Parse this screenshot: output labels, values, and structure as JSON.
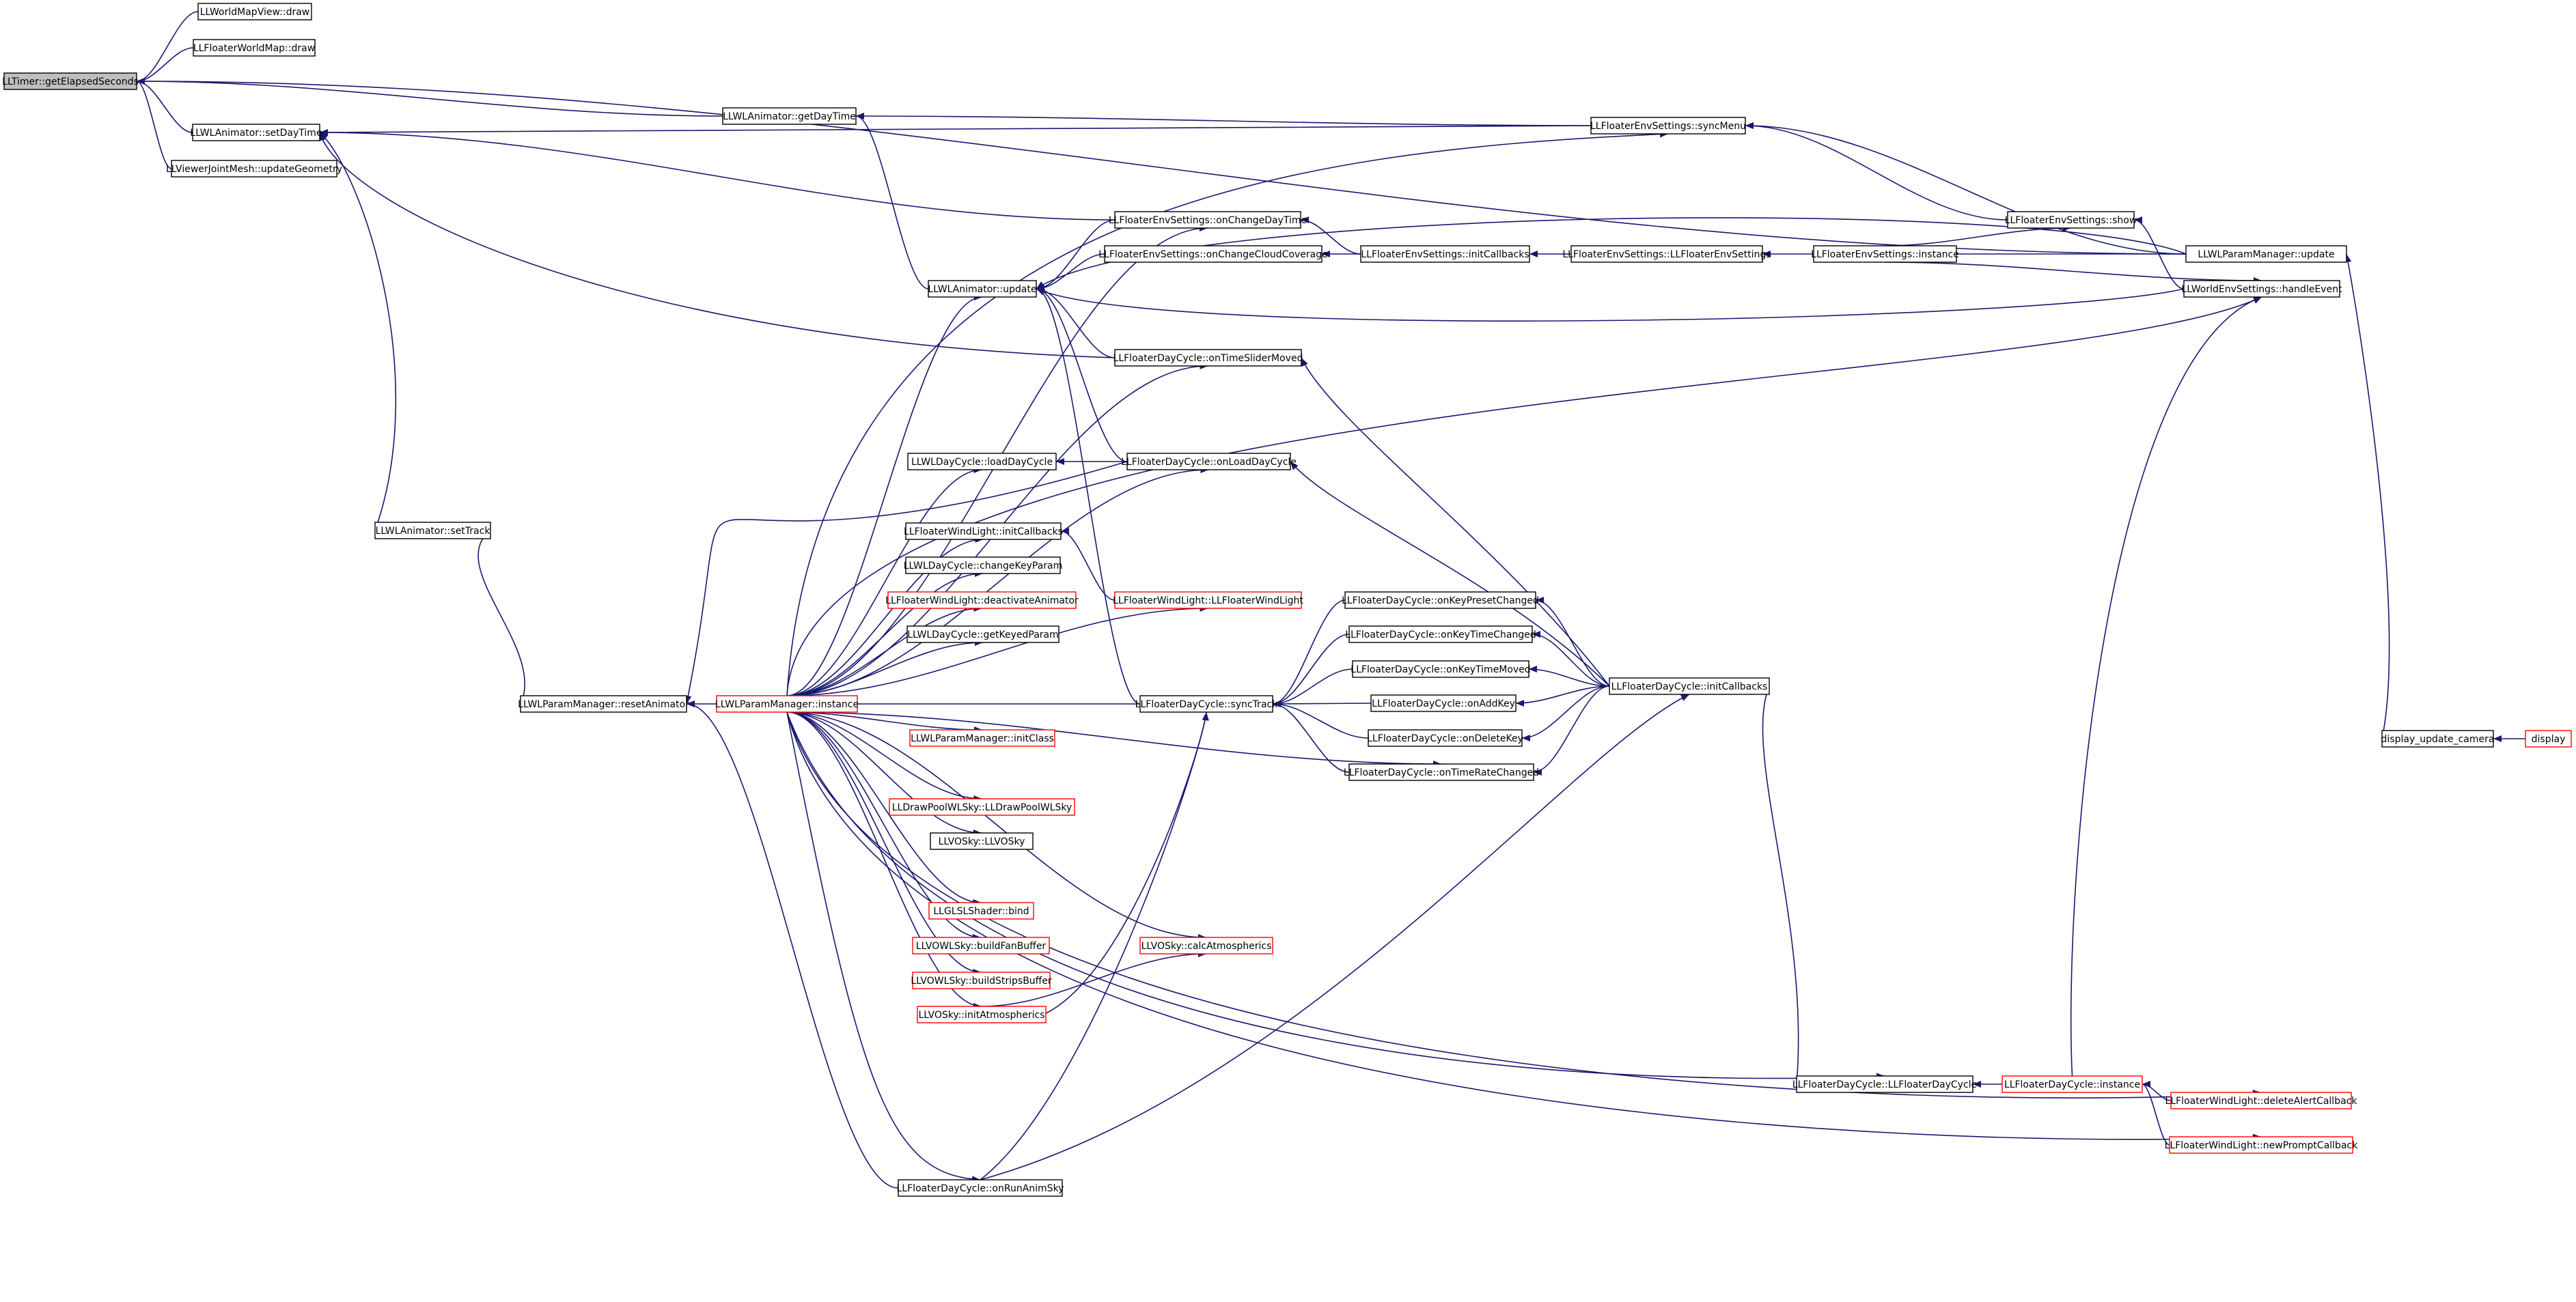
{
  "graph": {
    "type": "caller-graph",
    "colors": {
      "edge": "#191970",
      "box_border": "#000000",
      "truncated_border": "#ff0000",
      "root_fill": "#bfbfbf",
      "background": "#ffffff"
    },
    "nodes": [
      {
        "id": "n0",
        "label": "LLTimer::getElapsedSeconds",
        "root": true
      },
      {
        "id": "n1",
        "label": "LLWorldMapView::draw"
      },
      {
        "id": "n2",
        "label": "LLFloaterWorldMap::draw"
      },
      {
        "id": "n3",
        "label": "LLWLAnimator::setDayTime"
      },
      {
        "id": "n4",
        "label": "LLViewerJointMesh::updateGeometry"
      },
      {
        "id": "n5",
        "label": "LLWLAnimator::getDayTime"
      },
      {
        "id": "n6",
        "label": "LLFloaterEnvSettings::syncMenu"
      },
      {
        "id": "n7",
        "label": "LLFloaterEnvSettings::show"
      },
      {
        "id": "n8",
        "label": "LLWLParamManager::update"
      },
      {
        "id": "n9",
        "label": "LLWorldEnvSettings::handleEvent"
      },
      {
        "id": "n10",
        "label": "LLFloaterEnvSettings::onChangeDayTime"
      },
      {
        "id": "n11",
        "label": "LLFloaterEnvSettings::onChangeCloudCoverage"
      },
      {
        "id": "n12",
        "label": "LLFloaterEnvSettings::initCallbacks"
      },
      {
        "id": "n13",
        "label": "LLFloaterEnvSettings::LLFloaterEnvSettings"
      },
      {
        "id": "n14",
        "label": "LLFloaterEnvSettings::instance"
      },
      {
        "id": "n15",
        "label": "LLWLAnimator::update"
      },
      {
        "id": "n16",
        "label": "LLFloaterDayCycle::onTimeSliderMoved"
      },
      {
        "id": "n17",
        "label": "LLWLDayCycle::loadDayCycle"
      },
      {
        "id": "n18",
        "label": "LLFloaterDayCycle::onLoadDayCycle"
      },
      {
        "id": "n19",
        "label": "LLWLAnimator::setTrack"
      },
      {
        "id": "n20",
        "label": "LLFloaterWindLight::initCallbacks"
      },
      {
        "id": "n21",
        "label": "LLWLDayCycle::changeKeyParam"
      },
      {
        "id": "n22",
        "label": "LLFloaterWindLight::deactivateAnimator",
        "truncated": true
      },
      {
        "id": "n23",
        "label": "LLFloaterWindLight::LLFloaterWindLight",
        "truncated": true
      },
      {
        "id": "n24",
        "label": "LLWLDayCycle::getKeyedParam"
      },
      {
        "id": "n25",
        "label": "LLFloaterDayCycle::onKeyPresetChanged"
      },
      {
        "id": "n26",
        "label": "LLFloaterDayCycle::onKeyTimeChanged"
      },
      {
        "id": "n27",
        "label": "LLFloaterDayCycle::onKeyTimeMoved"
      },
      {
        "id": "n28",
        "label": "LLFloaterDayCycle::initCallbacks"
      },
      {
        "id": "n29",
        "label": "LLWLParamManager::resetAnimator"
      },
      {
        "id": "n30",
        "label": "LLWLParamManager::instance",
        "truncated": true
      },
      {
        "id": "n31",
        "label": "LLFloaterDayCycle::syncTrack"
      },
      {
        "id": "n32",
        "label": "LLFloaterDayCycle::onAddKey"
      },
      {
        "id": "n33",
        "label": "LLFloaterDayCycle::onDeleteKey"
      },
      {
        "id": "n34",
        "label": "LLWLParamManager::initClass",
        "truncated": true
      },
      {
        "id": "n35",
        "label": "LLFloaterDayCycle::onTimeRateChanged"
      },
      {
        "id": "n36",
        "label": "display_update_camera"
      },
      {
        "id": "n37",
        "label": "display",
        "truncated": true
      },
      {
        "id": "n38",
        "label": "LLDrawPoolWLSky::LLDrawPoolWLSky",
        "truncated": true
      },
      {
        "id": "n39",
        "label": "LLVOSky::LLVOSky"
      },
      {
        "id": "n40",
        "label": "LLGLSLShader::bind",
        "truncated": true
      },
      {
        "id": "n41",
        "label": "LLVOWLSky::buildFanBuffer",
        "truncated": true
      },
      {
        "id": "n42",
        "label": "LLVOSky::calcAtmospherics",
        "truncated": true
      },
      {
        "id": "n43",
        "label": "LLVOWLSky::buildStripsBuffer",
        "truncated": true
      },
      {
        "id": "n44",
        "label": "LLVOSky::initAtmospherics",
        "truncated": true
      },
      {
        "id": "n45",
        "label": "LLFloaterDayCycle::LLFloaterDayCycle"
      },
      {
        "id": "n46",
        "label": "LLFloaterDayCycle::instance",
        "truncated": true
      },
      {
        "id": "n47",
        "label": "LLFloaterWindLight::deleteAlertCallback",
        "truncated": true
      },
      {
        "id": "n48",
        "label": "LLFloaterWindLight::newPromptCallback",
        "truncated": true
      },
      {
        "id": "n49",
        "label": "LLFloaterDayCycle::onRunAnimSky"
      }
    ],
    "edges": [
      [
        "n1",
        "n0"
      ],
      [
        "n2",
        "n0"
      ],
      [
        "n3",
        "n0"
      ],
      [
        "n4",
        "n0"
      ],
      [
        "n5",
        "n0"
      ],
      [
        "n8",
        "n0"
      ],
      [
        "n6",
        "n5"
      ],
      [
        "n15",
        "n5"
      ],
      [
        "n10",
        "n3"
      ],
      [
        "n16",
        "n3"
      ],
      [
        "n19",
        "n3"
      ],
      [
        "n6",
        "n3"
      ],
      [
        "n8",
        "n6"
      ],
      [
        "n7",
        "n6"
      ],
      [
        "n30",
        "n6"
      ],
      [
        "n14",
        "n7"
      ],
      [
        "n9",
        "n7"
      ],
      [
        "n14",
        "n8"
      ],
      [
        "n36",
        "n8"
      ],
      [
        "n14",
        "n9"
      ],
      [
        "n46",
        "n9"
      ],
      [
        "n12",
        "n10"
      ],
      [
        "n12",
        "n11"
      ],
      [
        "n13",
        "n12"
      ],
      [
        "n14",
        "n13"
      ],
      [
        "n30",
        "n15"
      ],
      [
        "n16",
        "n15"
      ],
      [
        "n18",
        "n15"
      ],
      [
        "n8",
        "n15"
      ],
      [
        "n9",
        "n15"
      ],
      [
        "n10",
        "n15"
      ],
      [
        "n11",
        "n15"
      ],
      [
        "n31",
        "n15"
      ],
      [
        "n28",
        "n16"
      ],
      [
        "n30",
        "n16"
      ],
      [
        "n18",
        "n17"
      ],
      [
        "n30",
        "n17"
      ],
      [
        "n28",
        "n18"
      ],
      [
        "n30",
        "n18"
      ],
      [
        "n29",
        "n19"
      ],
      [
        "n23",
        "n20"
      ],
      [
        "n30",
        "n20"
      ],
      [
        "n30",
        "n21"
      ],
      [
        "n30",
        "n22"
      ],
      [
        "n30",
        "n23"
      ],
      [
        "n30",
        "n24"
      ],
      [
        "n28",
        "n25"
      ],
      [
        "n28",
        "n26"
      ],
      [
        "n28",
        "n27"
      ],
      [
        "n45",
        "n28"
      ],
      [
        "n49",
        "n28"
      ],
      [
        "n18",
        "n29"
      ],
      [
        "n30",
        "n29"
      ],
      [
        "n49",
        "n29"
      ],
      [
        "n30",
        "n31"
      ],
      [
        "n25",
        "n31"
      ],
      [
        "n26",
        "n31"
      ],
      [
        "n27",
        "n31"
      ],
      [
        "n32",
        "n31"
      ],
      [
        "n33",
        "n31"
      ],
      [
        "n35",
        "n31"
      ],
      [
        "n49",
        "n31"
      ],
      [
        "n44",
        "n31"
      ],
      [
        "n28",
        "n32"
      ],
      [
        "n28",
        "n33"
      ],
      [
        "n30",
        "n34"
      ],
      [
        "n28",
        "n35"
      ],
      [
        "n30",
        "n35"
      ],
      [
        "n37",
        "n36"
      ],
      [
        "n30",
        "n38"
      ],
      [
        "n30",
        "n39"
      ],
      [
        "n30",
        "n40"
      ],
      [
        "n30",
        "n41"
      ],
      [
        "n30",
        "n42"
      ],
      [
        "n30",
        "n43"
      ],
      [
        "n30",
        "n44"
      ],
      [
        "n44",
        "n42"
      ],
      [
        "n46",
        "n45"
      ],
      [
        "n30",
        "n45"
      ],
      [
        "n47",
        "n46"
      ],
      [
        "n48",
        "n46"
      ],
      [
        "n30",
        "n47"
      ],
      [
        "n30",
        "n48"
      ],
      [
        "n30",
        "n49"
      ],
      [
        "n30",
        "n9"
      ],
      [
        "n30",
        "n10"
      ]
    ]
  }
}
